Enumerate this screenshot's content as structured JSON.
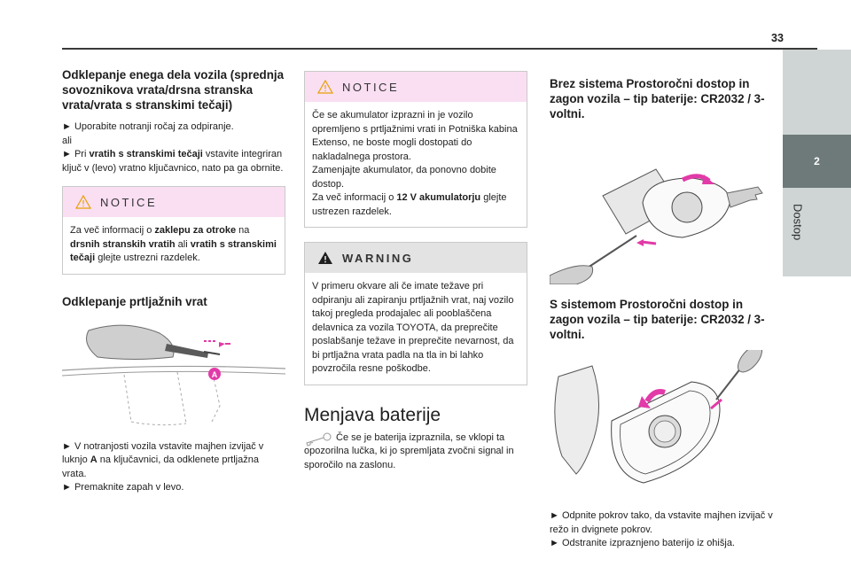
{
  "page": {
    "number": "33",
    "tab_number": "2",
    "tab_label": "Dostop"
  },
  "col1": {
    "heading": "Odklepanje enega dela vozila (sprednja sovoznikova vrata/drsna stranska vrata/vrata s stranskimi tečaji)",
    "step1": "► Uporabite notranji ročaj za odpiranje.",
    "or": "ali",
    "step2_prefix": "► Pri ",
    "step2_bold": "vratih s stranskimi tečaji",
    "step2_suffix": " vstavite integriran ključ v (levo) vratno ključavnico, nato pa ga obrnite.",
    "notice": {
      "title": "NOTICE",
      "p1": "Za več informacij o ",
      "b1": "zaklepu za otroke",
      "p2": " na ",
      "b2": "drsnih stranskih vratih",
      "p3": " ali ",
      "b3": "vratih s stranskimi tečaji",
      "p4": " glejte ustrezni razdelek."
    },
    "trunk_heading": "Odklepanje prtljažnih vrat",
    "fig_label": "A",
    "step3_a": "► V notranjosti vozila vstavite majhen izvijač v luknjo ",
    "step3_b": "A",
    "step3_c": " na ključavnici, da odklenete prtljažna vrata.",
    "step4": "► Premaknite zapah v levo."
  },
  "col2": {
    "notice": {
      "title": "NOTICE",
      "p1": "Če se akumulator izprazni in je vozilo opremljeno s prtljažnimi vrati in Potniška kabina Extenso, ne boste mogli dostopati do nakladalnega prostora.",
      "p2": "Zamenjajte akumulator, da ponovno dobite dostop.",
      "p3a": "Za več informacij o ",
      "p3b": "12 V akumulatorju",
      "p3c": " glejte ustrezen razdelek."
    },
    "warning": {
      "title": "WARNING",
      "body": "V primeru okvare ali če imate težave pri odpiranju ali zapiranju prtljažnih vrat, naj vozilo takoj pregleda prodajalec ali pooblaščena delavnica za vozila TOYOTA, da preprečite poslabšanje težave in preprečite nevarnost, da bi prtljažna vrata padla na tla in bi lahko povzročila resne poškodbe."
    },
    "section_title": "Menjava baterije",
    "battery_text": "Če se je baterija izpraznila, se vklopi ta opozorilna lučka, ki jo spremljata zvočni signal in sporočilo na zaslonu."
  },
  "col3": {
    "heading1": "Brez sistema Prostoročni dostop in zagon vozila – tip baterije: CR2032 / 3-voltni.",
    "heading2": "S sistemom Prostoročni dostop in zagon vozila – tip baterije: CR2032 / 3-voltni.",
    "step1": "► Odpnite pokrov tako, da vstavite majhen izvijač v režo in dvignete pokrov.",
    "step2": "► Odstranite izpraznjeno baterijo iz ohišja."
  },
  "colors": {
    "notice_bg": "#fadff3",
    "warning_bg": "#e3e3e3",
    "tab_dark": "#6e7a7a",
    "tab_light": "#cfd5d5",
    "accent_pink": "#e23aa8"
  }
}
